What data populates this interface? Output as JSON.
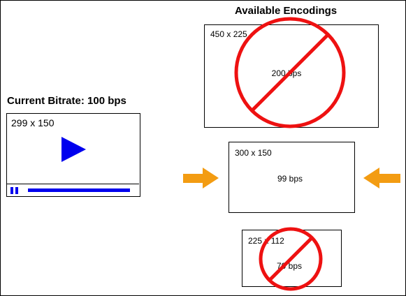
{
  "diagram": {
    "encodings_title": "Available Encodings",
    "bitrate_title": "Current Bitrate: 100 bps",
    "player": {
      "dimensions": "299 x 150",
      "progress": 1.0
    },
    "encodings": [
      {
        "dimensions": "450 x 225",
        "bitrate": "200 bps",
        "available": false
      },
      {
        "dimensions": "300 x 150",
        "bitrate": "99 bps",
        "available": true
      },
      {
        "dimensions": "225 x 112",
        "bitrate": "70 bps",
        "available": false
      }
    ],
    "colors": {
      "prohibited": "#ee1111",
      "arrow": "#f39c12",
      "player_accent": "#0000ee"
    }
  }
}
